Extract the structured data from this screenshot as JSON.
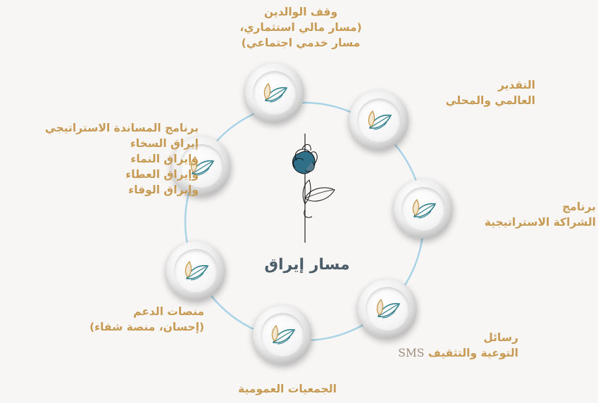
{
  "center": {
    "title": "مسار إيراق"
  },
  "colors": {
    "label": "#c69a52",
    "ring": "#a9d3e6",
    "leaf_teal": "#2e7f8c",
    "leaf_gold": "#c69a52",
    "center_title": "#4b5d69",
    "background": "#f8f6f5"
  },
  "nodes": [
    {
      "id": "top",
      "icon": "leaf-icon",
      "label_lines": [
        "وقف الوالدين",
        "(مسار مالي استثماري،",
        "مسار خدمي اجتماعي)"
      ]
    },
    {
      "id": "upper-right",
      "icon": "leaf-icon",
      "label_lines": [
        "التقدير",
        "العالمي والمحلي"
      ]
    },
    {
      "id": "right",
      "icon": "leaf-icon",
      "label_lines": [
        "برنامج",
        "الشراكة الاستراتيجية"
      ]
    },
    {
      "id": "lower-right",
      "icon": "leaf-icon",
      "label_lines": [
        "رسائل",
        "التوعية والتثقيف"
      ],
      "label_suffix": "SMS"
    },
    {
      "id": "bottom",
      "icon": "leaf-icon",
      "label_lines": [
        "الجمعيات العمومية"
      ]
    },
    {
      "id": "lower-left",
      "icon": "leaf-icon",
      "label_lines": [
        "منصات الدعم",
        "(إحسان، منصة شفاء)"
      ]
    },
    {
      "id": "upper-left",
      "icon": "leaf-icon",
      "label_lines": [
        "برنامج المساندة الاستراتيجي",
        "إيراق السخاء",
        "وإيراق النماء",
        "وإيراق العطاء",
        "وإيراق الوفاء"
      ]
    }
  ]
}
